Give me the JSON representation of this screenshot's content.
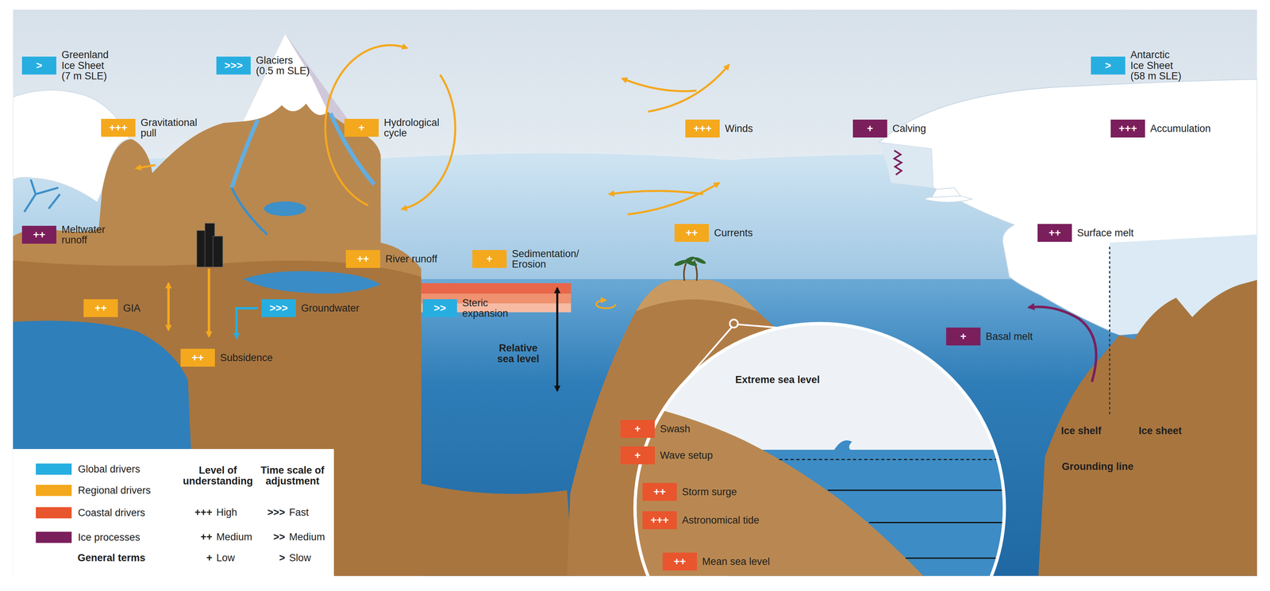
{
  "diagram": {
    "nodes": [
      {
        "text": [
          ">",
          "Greenland Ice Sheet (7 m SLE)"
        ]
      },
      {
        "text": [
          ">>>",
          "Glaciers (0.5 m SLE)"
        ]
      },
      {
        "text": [
          ">",
          "Antarctic Ice Sheet (58 m SLE)"
        ]
      },
      {
        "text": [
          "+++",
          "Gravitational pull"
        ]
      },
      {
        "text": [
          "+",
          "Hydrological cycle"
        ]
      },
      {
        "text": [
          "+++",
          "Winds"
        ]
      },
      {
        "text": [
          "+",
          "Calving"
        ]
      },
      {
        "text": [
          "+++",
          "Accumulation"
        ]
      },
      {
        "text": [
          "++",
          "Meltwater runoff"
        ]
      },
      {
        "text": [
          "++",
          "Currents"
        ]
      },
      {
        "text": [
          "++",
          "Surface melt"
        ]
      },
      {
        "text": [
          "++",
          "River runoff"
        ]
      },
      {
        "text": [
          "+",
          "Sedimentation/ Erosion"
        ]
      },
      {
        "text": [
          "++",
          "GIA"
        ]
      },
      {
        "text": [
          ">>>",
          "Groundwater"
        ]
      },
      {
        "text": [
          ">>",
          "Steric expansion"
        ]
      },
      {
        "text": [
          "+",
          "Basal melt"
        ]
      },
      {
        "text": [
          "++",
          "Subsidence"
        ]
      },
      {
        "text": [
          "+",
          "Swash"
        ]
      },
      {
        "text": [
          "+",
          "Wave setup"
        ]
      },
      {
        "text": [
          "++",
          "Storm surge"
        ]
      },
      {
        "text": [
          "+++",
          "Astronomical tide"
        ]
      },
      {
        "text": [
          "++",
          "Mean sea level"
        ]
      }
    ],
    "labels": [
      "Relative sea level",
      "Extreme sea level",
      "Ice shelf",
      "Ice sheet",
      "Grounding line",
      "General terms",
      "Level of understanding",
      "+++",
      "High",
      "++",
      "Medium",
      "+",
      "Low",
      "Time scale of adjustment",
      ">>>",
      "Fast",
      ">>",
      "Medium",
      ">",
      "Slow"
    ],
    "legend": [
      {
        "text": "Global drivers",
        "color": "#27aee0"
      },
      {
        "text": "Regional drivers",
        "color": "#f4a81d"
      },
      {
        "text": "Coastal drivers",
        "color": "#e9552d"
      },
      {
        "text": "Ice processes",
        "color": "#7a1f5c"
      }
    ]
  }
}
